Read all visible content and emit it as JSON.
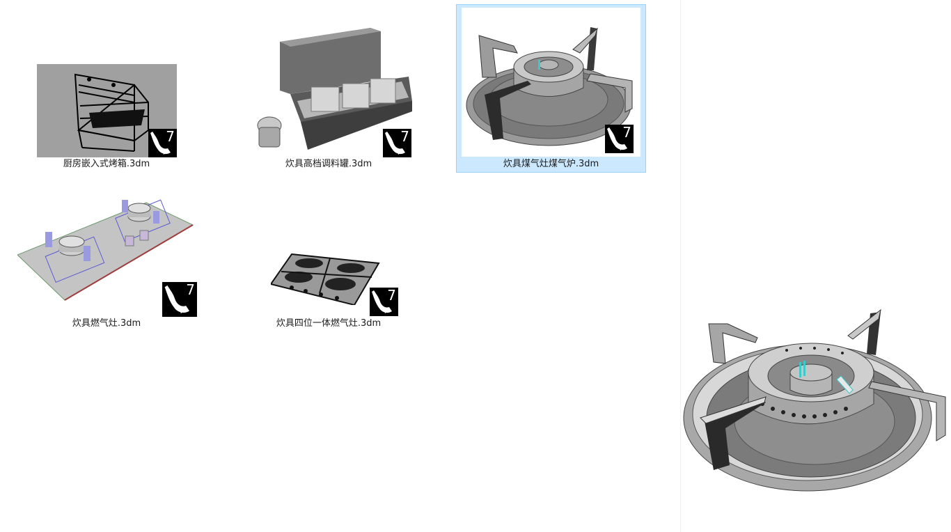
{
  "files": [
    {
      "name": "厨房嵌入式烤箱.3dm",
      "thumbnail": "oven-wireframe",
      "selected": false
    },
    {
      "name": "炊具高档调料罐.3dm",
      "thumbnail": "spice-jar-box",
      "selected": false
    },
    {
      "name": "炊具煤气灶煤气炉.3dm",
      "thumbnail": "gas-burner",
      "selected": true
    },
    {
      "name": "炊具燃气灶.3dm",
      "thumbnail": "double-gas-stove",
      "selected": false
    },
    {
      "name": "炊具四位一体燃气灶.3dm",
      "thumbnail": "four-burner-stove",
      "selected": false
    }
  ],
  "badge": {
    "icon": "rhino-7-icon",
    "version": "7"
  },
  "preview": {
    "subject": "gas-burner"
  },
  "colors": {
    "selection_bg": "#cce8ff",
    "selection_border": "#99d1ff",
    "oven_bg": "#a0a0a0"
  }
}
